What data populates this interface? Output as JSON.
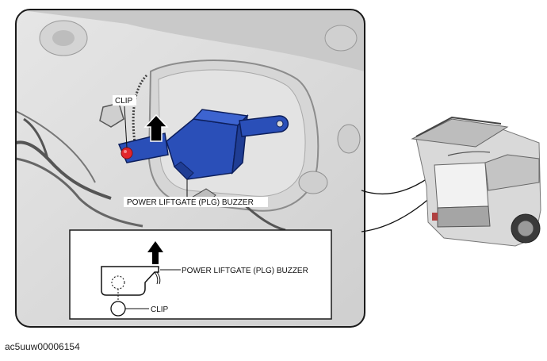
{
  "main_panel": {
    "clip_label": "CLIP",
    "buzzer_label": "POWER LIFTGATE (PLG) BUZZER"
  },
  "inset_panel": {
    "buzzer_label": "POWER LIFTGATE (PLG) BUZZER",
    "clip_label": "CLIP"
  },
  "figure_code": "ac5uuw00006154",
  "colors": {
    "bracket_blue": "#2a4fb8",
    "clip_red": "#e2262b",
    "panel_gray": "#dcdcdc",
    "frame": "#1a1a1a"
  }
}
